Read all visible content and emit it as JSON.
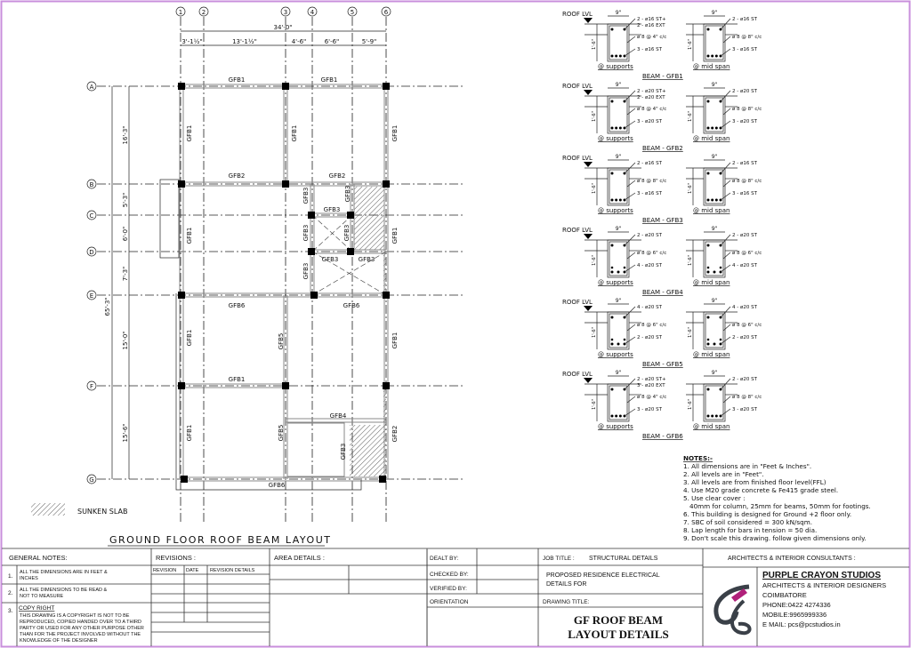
{
  "plan": {
    "title": "GROUND FLOOR ROOF BEAM LAYOUT",
    "column_grid": [
      "1",
      "2",
      "3",
      "4",
      "5",
      "6"
    ],
    "row_grid": [
      "A",
      "B",
      "C",
      "D",
      "E",
      "F",
      "G"
    ],
    "top_dimensions": {
      "overall": "34'-0\"",
      "segments": [
        "3'-1½\"",
        "13'-1½\"",
        "4'-6\"",
        "6'-6\"",
        "5'-9\""
      ]
    },
    "left_dimensions": {
      "overall": "65'-3\"",
      "segments": [
        "16'-3\"",
        "5'-3\"",
        "6'-0\"",
        "7'-3\"",
        "15'-0\"",
        "15'-6\""
      ]
    },
    "beam_labels": [
      "GFB1",
      "GFB1",
      "GFB1",
      "GFB1",
      "GFB1",
      "GFB2",
      "GFB2",
      "GFB3",
      "GFB3",
      "GFB3",
      "GFB1",
      "GFB3",
      "GFB3",
      "GFB1",
      "GFB3",
      "GFB3",
      "GFB3",
      "GFB6",
      "GFB6",
      "GFB1",
      "GFB5",
      "GFB1",
      "GFB1",
      "GFB4",
      "GFB1",
      "GFB5",
      "GFB3",
      "GFB2",
      "GFB6"
    ],
    "legend": {
      "label": "SUNKEN SLAB"
    }
  },
  "beam_details": {
    "roof_level": "ROOF LVL",
    "width": "9\"",
    "depth": "1'-6\"",
    "support_label": "@ supports",
    "mid_label": "@ mid span",
    "beams": [
      {
        "title": "BEAM - GFB1",
        "supports": {
          "top": [
            "2 - ø16 ST+",
            "2 - ø16 EXT"
          ],
          "stirrup": "ø 8 @ 4\" c/c",
          "bottom": "3 - ø16 ST",
          "nb": 3
        },
        "mid": {
          "top": [
            "2 - ø16 ST"
          ],
          "stirrup": "ø 8 @ 8\" c/c",
          "bottom": "3 - ø16 ST",
          "nb": 3
        }
      },
      {
        "title": "BEAM - GFB2",
        "supports": {
          "top": [
            "2 - ø20 ST+",
            "2 - ø20 EXT"
          ],
          "stirrup": "ø 8 @ 4\" c/c",
          "bottom": "3 - ø20 ST",
          "nb": 3
        },
        "mid": {
          "top": [
            "2 - ø20 ST"
          ],
          "stirrup": "ø 8 @ 8\" c/c",
          "bottom": "3 - ø20 ST",
          "nb": 3
        }
      },
      {
        "title": "BEAM - GFB3",
        "supports": {
          "top": [
            "2 - ø16 ST"
          ],
          "stirrup": "ø 8 @ 8\" c/c",
          "bottom": "3 - ø16 ST",
          "nb": 3
        },
        "mid": {
          "top": [
            "2 - ø16 ST"
          ],
          "stirrup": "ø 8 @ 8\" c/c",
          "bottom": "3 - ø16 ST",
          "nb": 3
        }
      },
      {
        "title": "BEAM - GFB4",
        "supports": {
          "top": [
            "2 - ø20 ST"
          ],
          "stirrup": "ø 8 @ 6\" c/c",
          "bottom": "4 - ø20 ST",
          "nb": 2
        },
        "mid": {
          "top": [
            "2 - ø20 ST"
          ],
          "stirrup": "ø 8 @ 6\" c/c",
          "bottom": "4 - ø20 ST",
          "nb": 2
        }
      },
      {
        "title": "BEAM - GFB5",
        "supports": {
          "top": [
            "4 - ø20 ST"
          ],
          "stirrup": "ø 8 @ 6\" c/c",
          "bottom": "2 - ø20 ST",
          "nb": 2
        },
        "mid": {
          "top": [
            "4 - ø20 ST"
          ],
          "stirrup": "ø 8 @ 6\" c/c",
          "bottom": "2 - ø20 ST",
          "nb": 2
        }
      },
      {
        "title": "BEAM - GFB6",
        "supports": {
          "top": [
            "2 - ø20 ST+",
            "3 - ø20 EXT"
          ],
          "stirrup": "ø 8 @ 4\" c/c",
          "bottom": "3 - ø20 ST",
          "nb": 3
        },
        "mid": {
          "top": [
            "2 - ø20 ST"
          ],
          "stirrup": "ø 8 @ 8\" c/c",
          "bottom": "3 - ø20 ST",
          "nb": 3
        }
      }
    ]
  },
  "notes": {
    "heading": "NOTES:-",
    "items": [
      "1. All dimensions are in \"Feet & Inches\".",
      "2. All levels are in \"Feet\".",
      "3. All levels are from finished floor level(FFL)",
      "4. Use M20 grade concrete & Fe415 grade steel.",
      "5. Use clear cover :",
      "   40mm for column, 25mm for beams, 50mm for footings.",
      "6. This building is designed for Ground +2 floor only.",
      "7. SBC of soil considered = 300 kN/sqm.",
      "8. Lap length for bars in tension = 50 dia.",
      "9. Don't scale this drawing. follow given dimensions only."
    ]
  },
  "title_block": {
    "general_notes": {
      "heading": "GENERAL NOTES:",
      "items": [
        {
          "num": "1.",
          "lines": [
            "ALL THE DIMENSIONS ARE IN FEET &",
            "INCHES"
          ]
        },
        {
          "num": "2.",
          "lines": [
            "ALL THE DIMENSIONS TO BE READ &",
            "NOT TO MEASURE"
          ]
        },
        {
          "num": "3.",
          "heading": "COPY RIGHT",
          "lines": [
            "THIS DRAWING IS A COPYRIGHT IS NOT TO BE",
            "REPRODUCED, COPIED HANDED OVER TO A THIRD",
            "PARTY OR USED FOR ANY OTHER PURPOSE OTHER",
            "THAN FOR THE PROJECT INVOLVED WITHOUT THE",
            "KNOWLEDGE OF THE DESIGNER"
          ]
        }
      ]
    },
    "revisions": {
      "heading": "REVISIONS :",
      "columns": [
        "REVISION",
        "DATE",
        "REVISION DETAILS"
      ]
    },
    "area_details": {
      "heading": "AREA DETAILS :"
    },
    "dealt_by": "DEALT BY:",
    "checked_by": "CHECKED BY:",
    "verified_by": "VERIFIED BY:",
    "orientation": "ORIENTATION",
    "job_title_label": "JOB TITLE :",
    "job_title": "STRUCTURAL DETAILS",
    "project": [
      "PROPOSED RESIDENCE  ELECTRICAL",
      "DETAILS FOR"
    ],
    "drawing_title_label": "DRAWING TITLE:",
    "drawing_title": [
      "GF ROOF BEAM",
      "LAYOUT DETAILS"
    ],
    "consultants_label": "ARCHITECTS & INTERIOR CONSULTANTS :",
    "firm": {
      "name": "PURPLE CRAYON STUDIOS",
      "tagline": "ARCHITECTS & INTERIOR DESIGNERS",
      "city": "COIMBATORE",
      "phone": "PHONE:0422 4274336",
      "mobile": "MOBILE:9965999336",
      "email": "E MAIL: pcs@pcstudios.in"
    }
  },
  "colors": {
    "frame": "#c98fdc",
    "logo_accent": "#b0207a",
    "logo_gray": "#3a4048"
  }
}
